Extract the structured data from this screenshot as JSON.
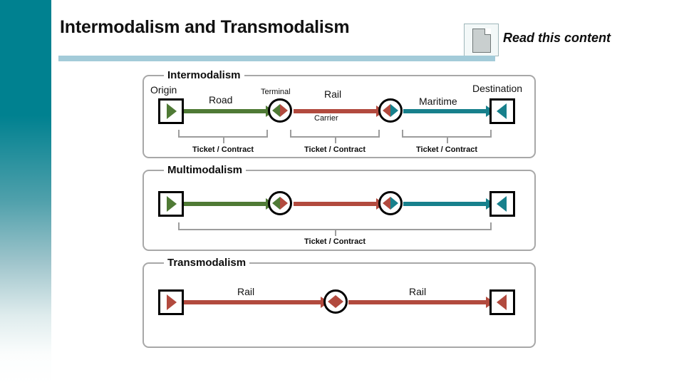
{
  "header": {
    "title": "Intermodalism and Transmodalism",
    "read_content_label": "Read this content",
    "doc_icon": "document-page-icon",
    "rule_color": "#a3cbd9",
    "sidebar_color": "#008190"
  },
  "colors": {
    "road_green": "#4f7a35",
    "rail_red": "#b24a3e",
    "maritime_teal": "#17808c",
    "node_stroke": "#000000",
    "panel_border": "#a8a8a8",
    "bracket_gray": "#9d9d9d"
  },
  "sections": [
    {
      "title": "Intermodalism",
      "nodes": [
        {
          "type": "box",
          "label": "Origin",
          "label_size": "normal",
          "color": "road_green",
          "dir": "right"
        },
        {
          "type": "circle",
          "label": "Terminal",
          "label_size": "small",
          "left_color": "road_green",
          "right_color": "rail_red"
        },
        {
          "type": "circle",
          "label": "",
          "label_size": "small",
          "left_color": "rail_red",
          "right_color": "maritime_teal"
        },
        {
          "type": "box",
          "label": "Destination",
          "label_size": "normal",
          "color": "maritime_teal",
          "dir": "left"
        }
      ],
      "edges": [
        {
          "label": "Road",
          "sub": "",
          "color": "road_green"
        },
        {
          "label": "Rail",
          "sub": "Carrier",
          "color": "rail_red"
        },
        {
          "label": "Maritime",
          "sub": "",
          "color": "maritime_teal"
        }
      ],
      "brackets": [
        {
          "label": "Ticket / Contract"
        },
        {
          "label": "Ticket / Contract"
        },
        {
          "label": "Ticket / Contract"
        }
      ]
    },
    {
      "title": "Multimodalism",
      "nodes": [
        {
          "type": "box",
          "label": "",
          "label_size": "normal",
          "color": "road_green",
          "dir": "right"
        },
        {
          "type": "circle",
          "label": "",
          "label_size": "small",
          "left_color": "road_green",
          "right_color": "rail_red"
        },
        {
          "type": "circle",
          "label": "",
          "label_size": "small",
          "left_color": "rail_red",
          "right_color": "maritime_teal"
        },
        {
          "type": "box",
          "label": "",
          "label_size": "normal",
          "color": "maritime_teal",
          "dir": "left"
        }
      ],
      "edges": [
        {
          "label": "",
          "sub": "",
          "color": "road_green"
        },
        {
          "label": "",
          "sub": "",
          "color": "rail_red"
        },
        {
          "label": "",
          "sub": "",
          "color": "maritime_teal"
        }
      ],
      "brackets": [
        {
          "label": "Ticket / Contract"
        }
      ]
    },
    {
      "title": "Transmodalism",
      "nodes": [
        {
          "type": "box",
          "label": "",
          "label_size": "normal",
          "color": "rail_red",
          "dir": "right"
        },
        {
          "type": "circle",
          "label": "",
          "label_size": "small",
          "left_color": "rail_red",
          "right_color": "rail_red"
        },
        {
          "type": "box",
          "label": "",
          "label_size": "normal",
          "color": "rail_red",
          "dir": "left"
        }
      ],
      "edges": [
        {
          "label": "Rail",
          "sub": "",
          "color": "rail_red"
        },
        {
          "label": "Rail",
          "sub": "",
          "color": "rail_red"
        }
      ],
      "brackets": []
    }
  ],
  "labels": {
    "s0_origin": "Origin",
    "s0_terminal": "Terminal",
    "s0_destination": "Destination",
    "s0_road": "Road",
    "s0_rail": "Rail",
    "s0_carrier": "Carrier",
    "s0_maritime": "Maritime",
    "ticket_contract": "Ticket / Contract",
    "s2_rail_a": "Rail",
    "s2_rail_b": "Rail"
  }
}
